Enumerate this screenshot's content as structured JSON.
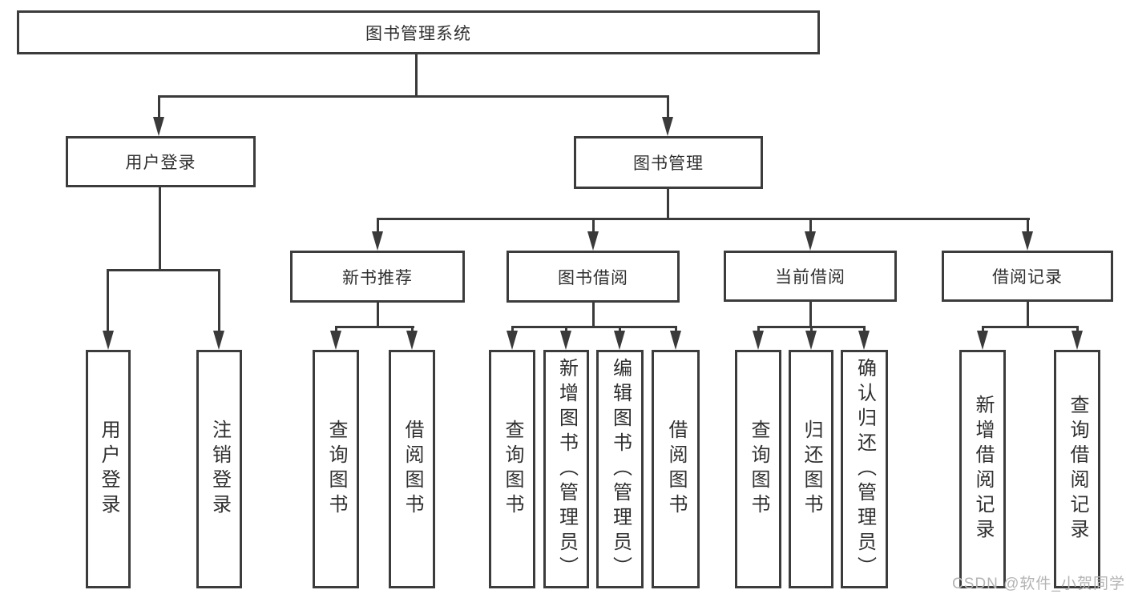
{
  "colors": {
    "line": "#3a3a3a",
    "box_border": "#3c3c3c",
    "text": "#2f2f2f",
    "watermark": "#b4b4b4",
    "background": "#ffffff"
  },
  "watermark": {
    "text": "CSDN @软件_小贺同学"
  },
  "tree": {
    "label": "图书管理系统",
    "children": [
      {
        "label": "用户登录",
        "children": [
          {
            "label": "用户登录"
          },
          {
            "label": "注销登录"
          }
        ]
      },
      {
        "label": "图书管理",
        "children": [
          {
            "label": "新书推荐",
            "children": [
              {
                "label": "查询图书"
              },
              {
                "label": "借阅图书"
              }
            ]
          },
          {
            "label": "图书借阅",
            "children": [
              {
                "label": "查询图书"
              },
              {
                "label": "新增图书（管理员）"
              },
              {
                "label": "编辑图书（管理员）"
              },
              {
                "label": "借阅图书"
              }
            ]
          },
          {
            "label": "当前借阅",
            "children": [
              {
                "label": "查询图书"
              },
              {
                "label": "归还图书"
              },
              {
                "label": "确认归还（管理员）"
              }
            ]
          },
          {
            "label": "借阅记录",
            "children": [
              {
                "label": "新增借阅记录"
              },
              {
                "label": "查询借阅记录"
              }
            ]
          }
        ]
      }
    ]
  }
}
